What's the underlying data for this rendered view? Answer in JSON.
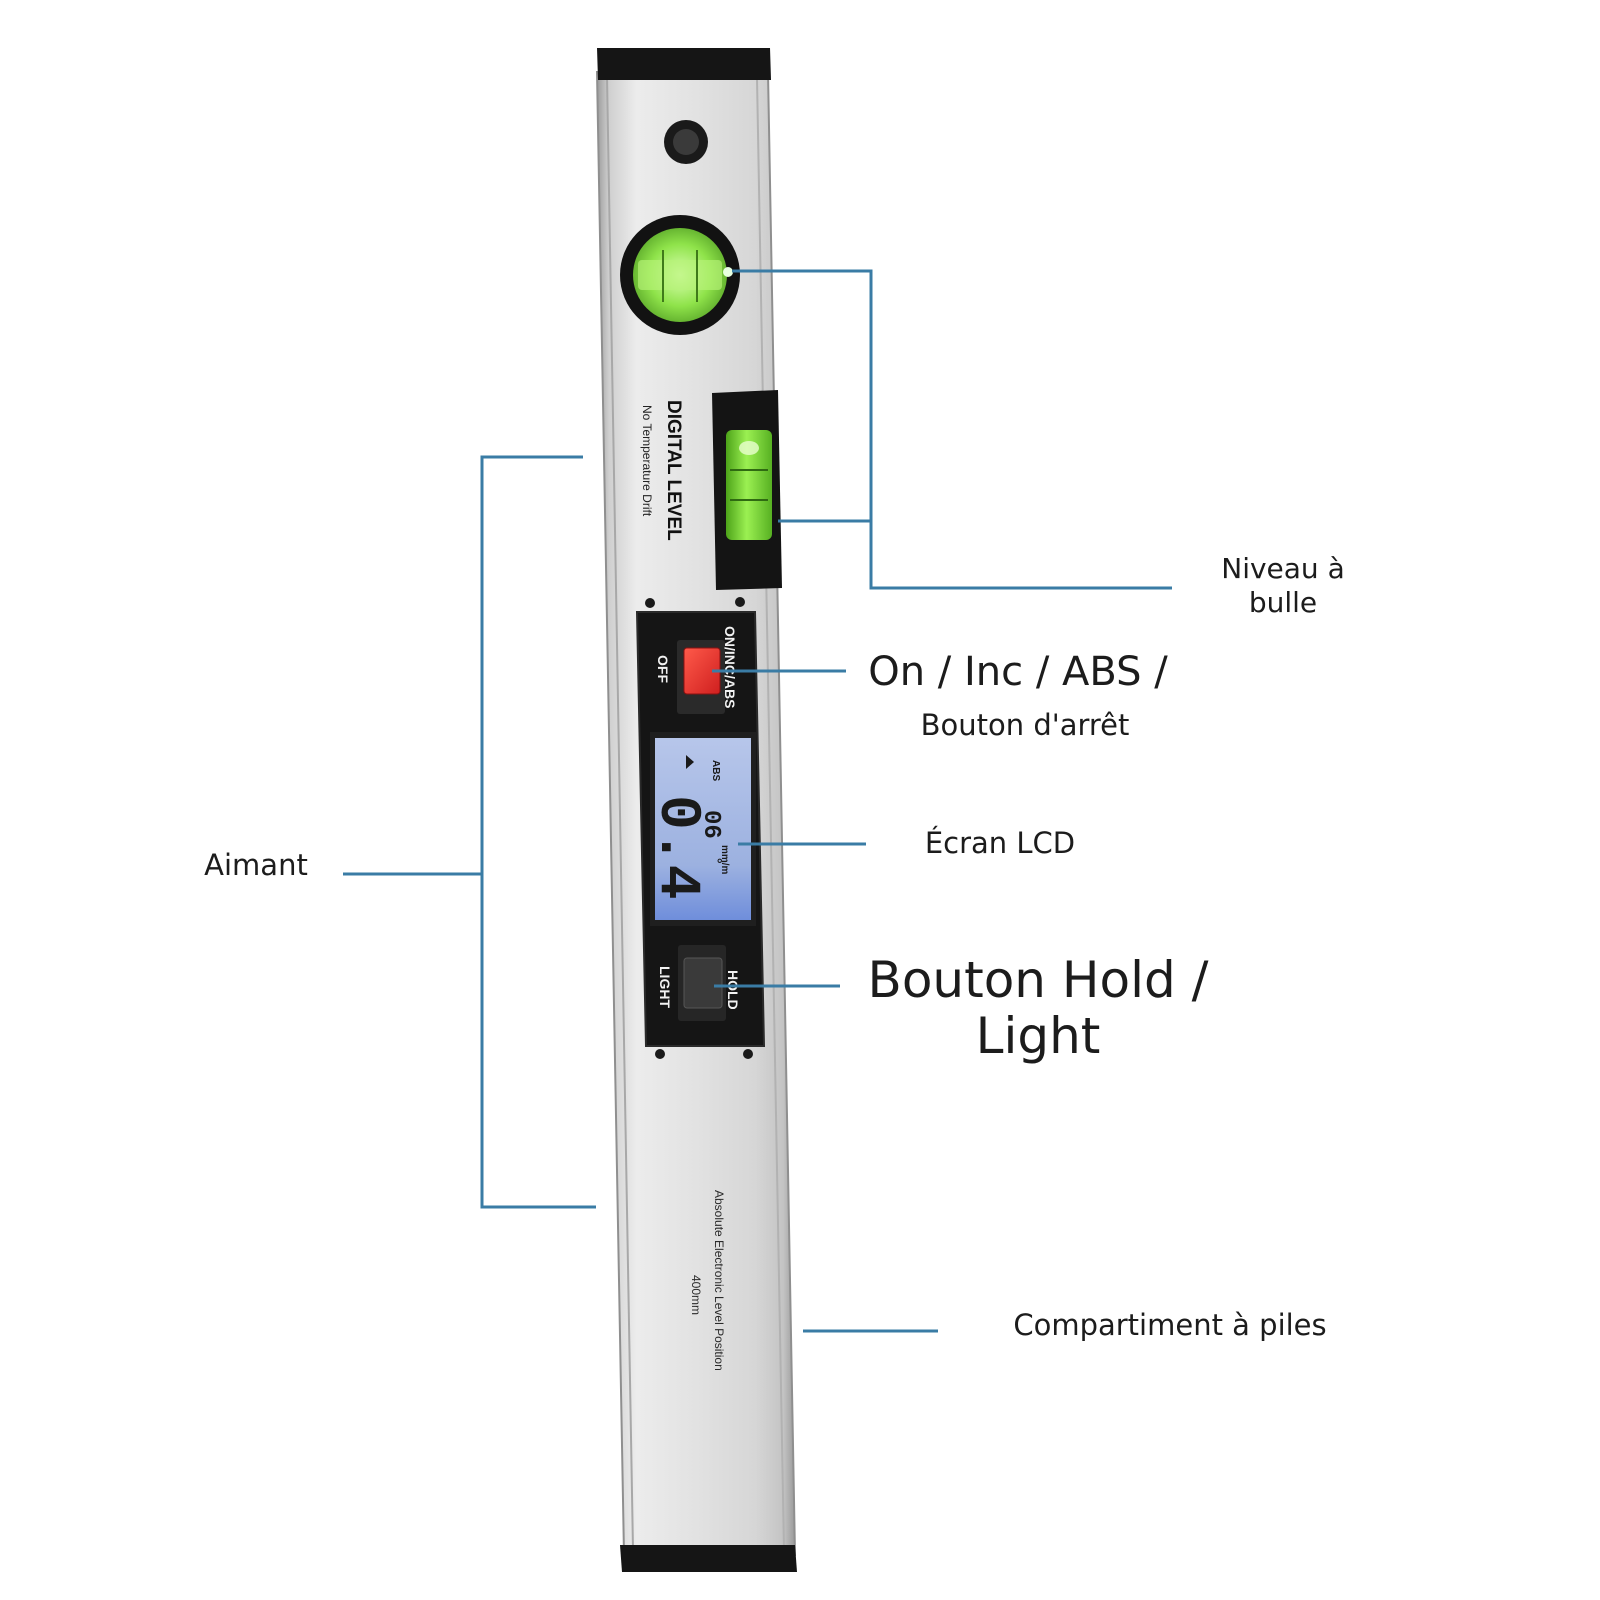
{
  "device": {
    "title": "DIGITAL LEVEL",
    "subtitle": "No Temperature Drift",
    "power_label_on": "ON/INC/ABS",
    "power_label_off": "OFF",
    "hold_label": "HOLD",
    "light_label": "LIGHT",
    "lcd_mode": "ABS",
    "lcd_main_reading": "0.4",
    "lcd_degree_symbol": "°",
    "lcd_secondary_reading": "06",
    "lcd_unit": "mm/m",
    "footer_line1": "Absolute Electronic Level Position",
    "footer_line2": "400mm"
  },
  "callouts": {
    "bubble_level_line1": "Niveau à",
    "bubble_level_line2": "bulle",
    "power_button_line1": "On / Inc / ABS /",
    "power_button_line2": "Bouton d'arrêt",
    "lcd_screen": "Écran LCD",
    "hold_light_line1": "Bouton Hold /",
    "hold_light_line2": "Light",
    "magnet": "Aimant",
    "battery": "Compartiment à piles"
  },
  "colors": {
    "leader_line": "#3a7ca5",
    "lcd_backlight": "#9fb3df",
    "power_button": "#e53232",
    "bubble_vial": "#7fe33c",
    "body_silver": "#d8d8d8",
    "end_caps": "#151515"
  }
}
